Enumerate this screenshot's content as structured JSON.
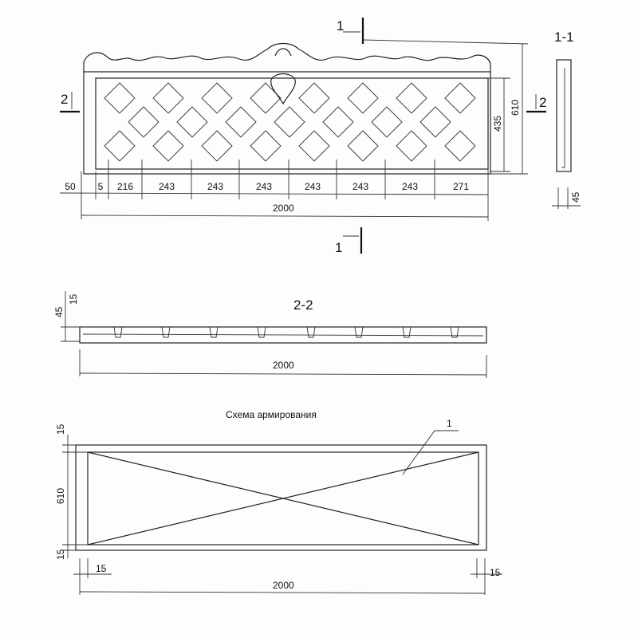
{
  "elevation": {
    "section_marks": {
      "top": "1",
      "bottom": "1",
      "left": "2",
      "right": "2"
    },
    "height_dims": {
      "inner": "435",
      "total": "610"
    },
    "width_dims": [
      "50",
      "5",
      "216",
      "243",
      "243",
      "243",
      "243",
      "243",
      "243",
      "271"
    ],
    "total_width": "2000"
  },
  "section_1_1": {
    "title": "1-1",
    "thickness": "45"
  },
  "section_2_2": {
    "title": "2-2",
    "thickness": "45",
    "rim": "15",
    "length": "2000"
  },
  "reinforcement": {
    "title": "Схема армирования",
    "callout": "1",
    "height": "610",
    "cover_top": "15",
    "cover_bottom": "15",
    "cover_left": "15",
    "cover_right": "15",
    "length": "2000"
  }
}
